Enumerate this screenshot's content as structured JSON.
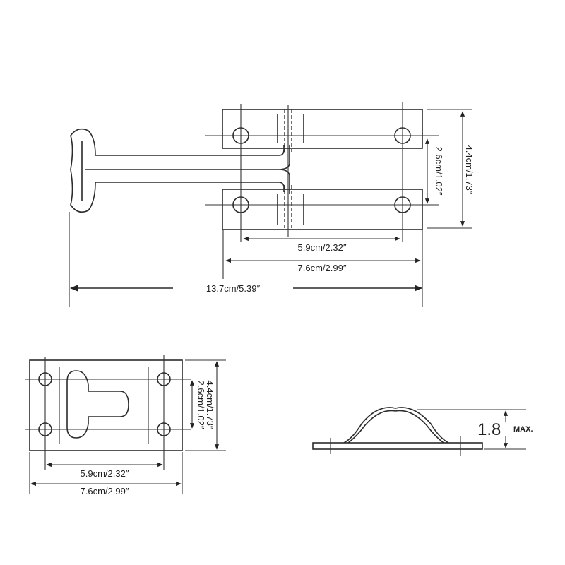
{
  "top_view": {
    "dim_hole_spacing_h": "5.9cm/2.32″",
    "dim_plate_width": "7.6cm/2.99″",
    "dim_overall_length": "13.7cm/5.39″",
    "dim_hole_spacing_v": "2.6cm/1.02″",
    "dim_plate_height": "4.4cm/1.73″"
  },
  "keeper_view": {
    "dim_hole_spacing_h": "5.9cm/2.32″",
    "dim_plate_width": "7.6cm/2.99″",
    "dim_hole_spacing_v": "2.6cm/1.02″",
    "dim_plate_height": "4.4cm/1.73″"
  },
  "side_view": {
    "height_value": "1.8",
    "height_suffix": "MAX."
  }
}
